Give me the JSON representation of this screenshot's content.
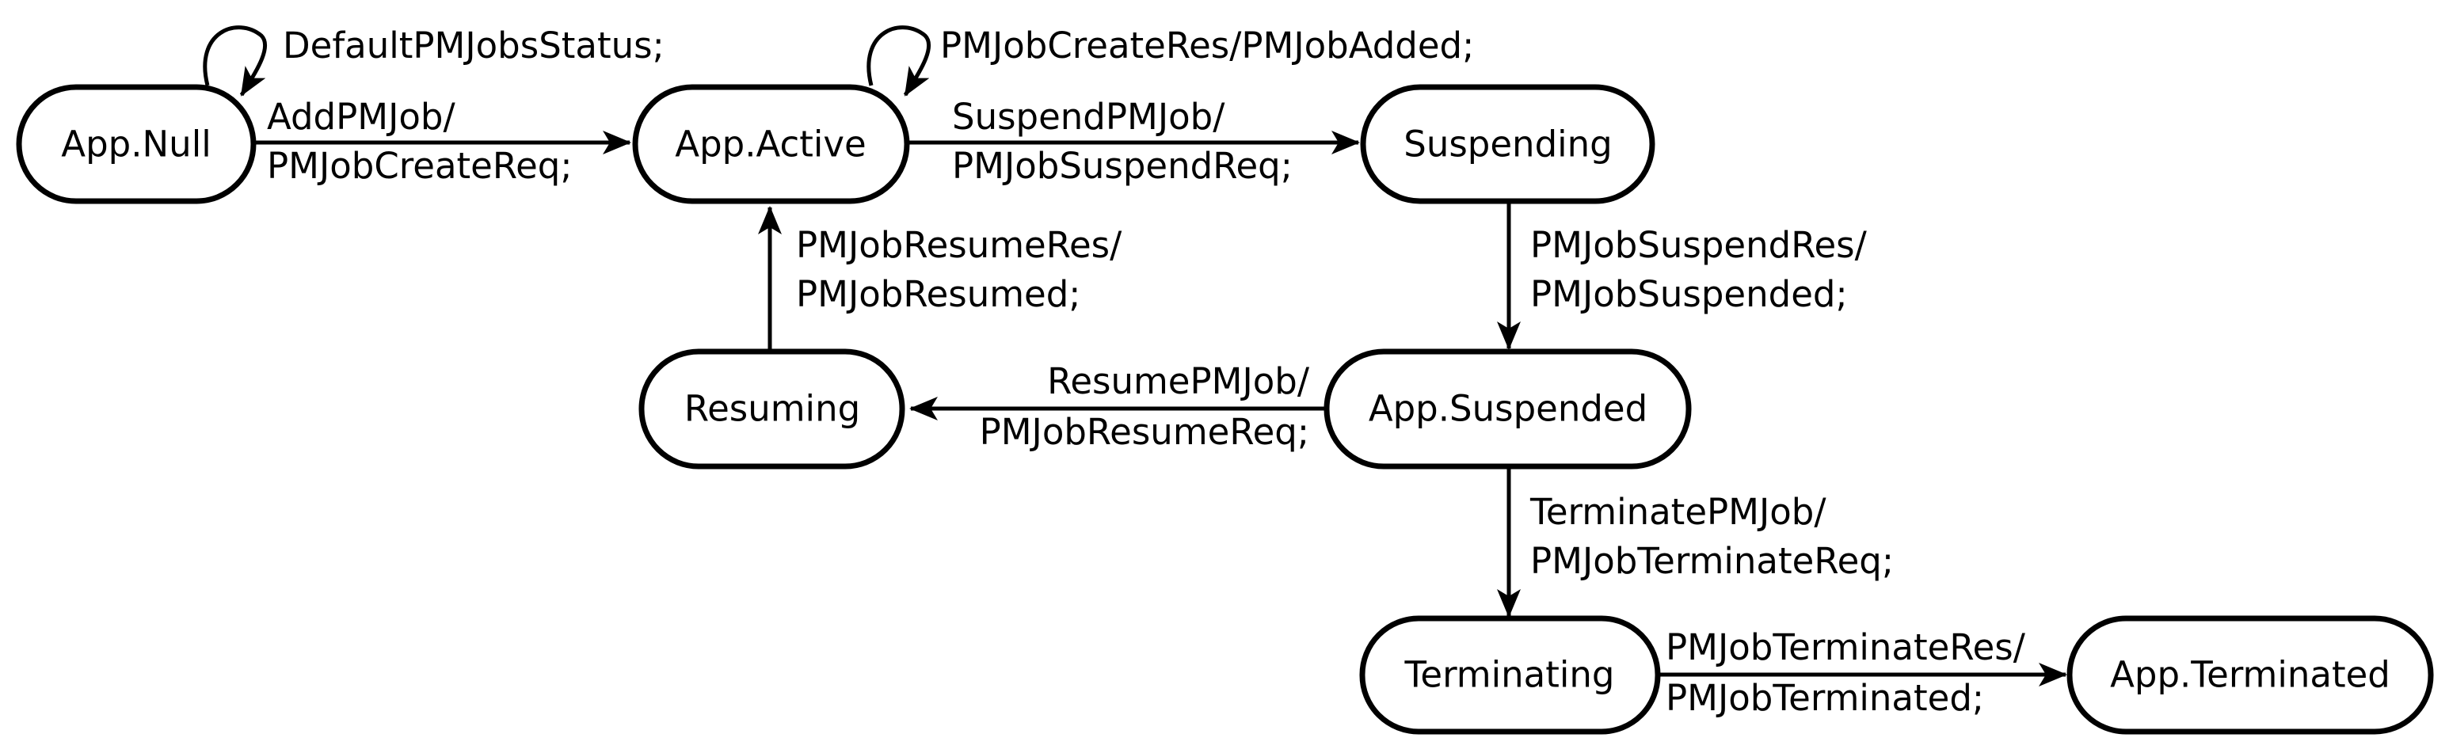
{
  "diagram": {
    "type": "state-machine",
    "colors": {
      "line": "#000000",
      "node_fill": "#ffffff",
      "text": "#000000"
    },
    "states": {
      "app_null": "App.Null",
      "app_active": "App.Active",
      "suspending": "Suspending",
      "app_suspended": "App.Suspended",
      "resuming": "Resuming",
      "terminating": "Terminating",
      "app_terminated": "App.Terminated"
    },
    "transitions": {
      "null_self": {
        "from": "App.Null",
        "to": "App.Null",
        "line1": "DefaultPMJobsStatus;",
        "line2": ""
      },
      "null_to_active": {
        "from": "App.Null",
        "to": "App.Active",
        "line1": "AddPMJob/",
        "line2": "PMJobCreateReq;"
      },
      "active_self": {
        "from": "App.Active",
        "to": "App.Active",
        "line1": "PMJobCreateRes/PMJobAdded;",
        "line2": ""
      },
      "active_to_suspending": {
        "from": "App.Active",
        "to": "Suspending",
        "line1": "SuspendPMJob/",
        "line2": "PMJobSuspendReq;"
      },
      "suspending_to_suspended": {
        "from": "Suspending",
        "to": "App.Suspended",
        "line1": "PMJobSuspendRes/",
        "line2": "PMJobSuspended;"
      },
      "suspended_to_resuming": {
        "from": "App.Suspended",
        "to": "Resuming",
        "line1": "ResumePMJob/",
        "line2": "PMJobResumeReq;"
      },
      "resuming_to_active": {
        "from": "Resuming",
        "to": "App.Active",
        "line1": "PMJobResumeRes/",
        "line2": "PMJobResumed;"
      },
      "suspended_to_terminating": {
        "from": "App.Suspended",
        "to": "Terminating",
        "line1": "TerminatePMJob/",
        "line2": "PMJobTerminateReq;"
      },
      "terminating_to_terminated": {
        "from": "Terminating",
        "to": "App.Terminated",
        "line1": "PMJobTerminateRes/",
        "line2": "PMJobTerminated;"
      }
    }
  }
}
